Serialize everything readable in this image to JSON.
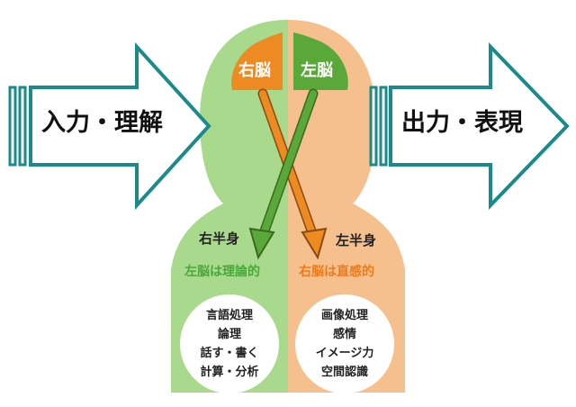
{
  "left_arrow": {
    "label": "入力・理解"
  },
  "right_arrow": {
    "label": "出力・表現"
  },
  "brain": {
    "right_label": "右脳",
    "left_label": "左脳"
  },
  "body": {
    "left_half_label": "右半身",
    "right_half_label": "左半身"
  },
  "functions": {
    "left": {
      "heading": "左脳は理論的",
      "items": [
        "言語処理",
        "論理",
        "話す・書く",
        "計算・分析"
      ]
    },
    "right": {
      "heading": "右脳は直感的",
      "items": [
        "画像処理",
        "感情",
        "イメージ力",
        "空間認識"
      ]
    }
  },
  "colors": {
    "arrow_outline": "#1a8a8a",
    "left_body": "#a9d98c",
    "right_body": "#f6c08e",
    "left_brain": "#5aa83a",
    "right_brain": "#ee8a22",
    "left_heading": "#4aa83a",
    "right_heading": "#ee7a18"
  }
}
